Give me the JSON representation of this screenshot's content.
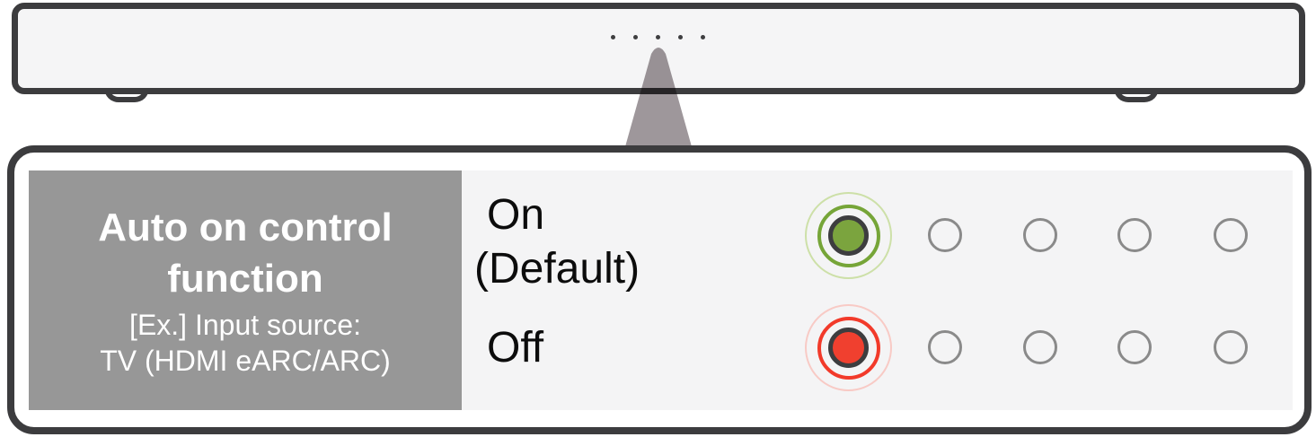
{
  "diagram": {
    "device": "soundbar-front-view",
    "status_dots_count": 5,
    "pointer_target": "status-indicator-dots"
  },
  "panel": {
    "title_line1": "Auto on control",
    "title_line2": "function",
    "example_line1": "[Ex.] Input source:",
    "example_line2": "TV (HDMI eARC/ARC)"
  },
  "options": [
    {
      "label_line1": "On",
      "label_line2": "(Default)",
      "led_state": "green",
      "active_led_position": 1,
      "total_leds": 5
    },
    {
      "label_line1": "Off",
      "label_line2": "",
      "led_state": "red",
      "active_led_position": 1,
      "total_leds": 5
    }
  ],
  "colors": {
    "outline_dark": "#3c3c3e",
    "surface_light": "#f5f5f6",
    "panel_gray": "#979797",
    "panel_text": "#ffffff",
    "option_text": "#0c0c0c",
    "green_core": "#7ba43e",
    "green_mid": "#76a538",
    "green_faint": "#cde0a8",
    "red_core": "#f0402f",
    "red_mid": "#f23a2a",
    "red_faint": "#f8cac5",
    "led_dark_ring": "#3d3d3f",
    "empty_ring": "#8a8a8a",
    "pointer_gray": "#9e979b",
    "dot_color": "#3e3e40"
  }
}
